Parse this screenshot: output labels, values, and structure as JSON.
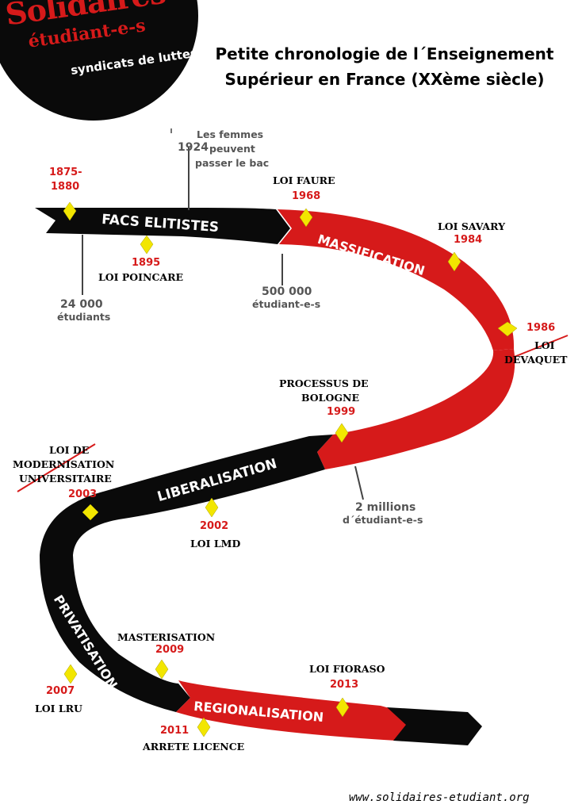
{
  "logo": {
    "line1": "Solidaires",
    "line2": "étudiant-e-s",
    "line3": "syndicats de luttes"
  },
  "title": {
    "line1": "Petite chronologie de l´Enseignement",
    "line2": "Supérieur en France (XXème siècle)"
  },
  "phases": {
    "facs": "FACS ELITISTES",
    "massification": "MASSIFICATION",
    "liberalisation": "LIBERALISATION",
    "privatisation": "PRIVATISATION",
    "regionalisation": "REGIONALISATION"
  },
  "events": {
    "e1875": {
      "year_a": "1875-",
      "year_b": "1880"
    },
    "e1895": {
      "year": "1895",
      "label": "LOI POINCARE"
    },
    "e1924": {
      "year": "1924",
      "text_a": "Les femmes",
      "text_b": "peuvent",
      "text_c": "passer le bac"
    },
    "e1968": {
      "year": "1968",
      "label": "LOI FAURE"
    },
    "e1984": {
      "year": "1984",
      "label": "LOI SAVARY"
    },
    "e1986": {
      "year": "1986",
      "label_a": "LOI",
      "label_b": "DEVAQUET"
    },
    "e1999": {
      "year": "1999",
      "label_a": "PROCESSUS DE",
      "label_b": "BOLOGNE"
    },
    "e2002": {
      "year": "2002",
      "label": "LOI LMD"
    },
    "e2003": {
      "year": "2003",
      "label_a": "LOI DE",
      "label_b": "MODERNISATION",
      "label_c": "UNIVERSITAIRE"
    },
    "e2007": {
      "year": "2007",
      "label": "LOI LRU"
    },
    "e2009": {
      "year": "2009",
      "label": "MASTERISATION"
    },
    "e2011": {
      "year": "2011",
      "label": "ARRETE LICENCE"
    },
    "e2013": {
      "year": "2013",
      "label": "LOI FIORASO"
    }
  },
  "students": {
    "s1": {
      "number": "24 000",
      "label": "étudiants"
    },
    "s2": {
      "number": "500 000",
      "label": "étudiant-e-s"
    },
    "s3": {
      "number": "2 millions",
      "label": "d´étudiant-e-s"
    }
  },
  "footer": "www.solidaires-etudiant.org",
  "colors": {
    "red": "#d61a1a",
    "black": "#0a0a0a",
    "marker": "#f2e600",
    "gray": "#555555"
  }
}
